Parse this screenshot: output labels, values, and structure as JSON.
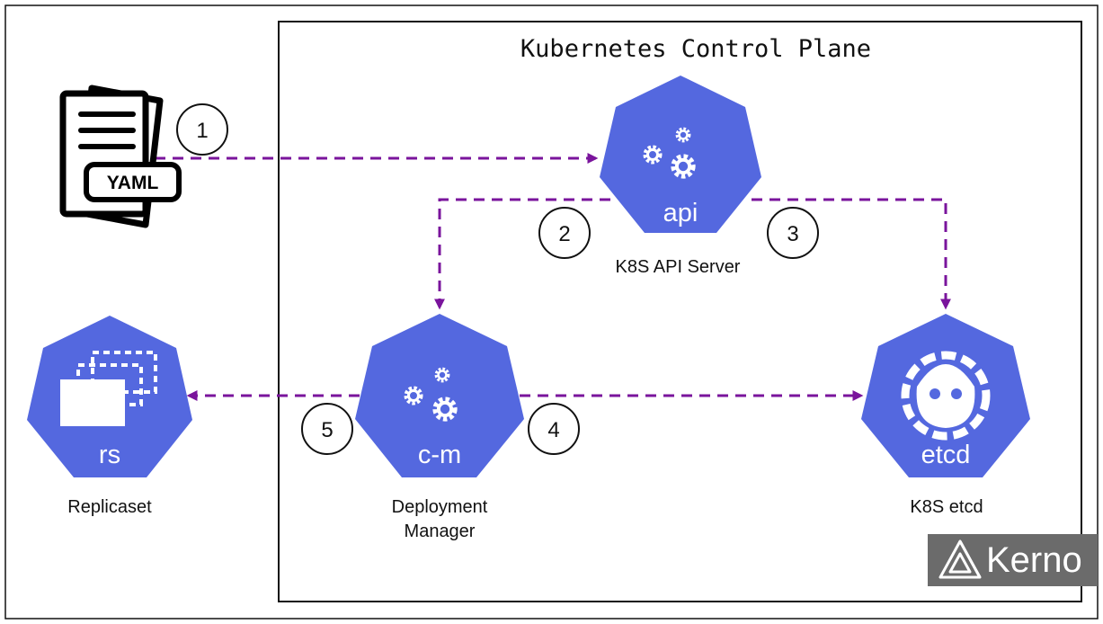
{
  "title": "Kubernetes Control Plane",
  "colors": {
    "k8s_blue": "#5468df",
    "arrow": "#7a149c",
    "kerno_bg": "#6b6b6b"
  },
  "source": {
    "icon": "yaml-document-icon",
    "badge": "YAML"
  },
  "nodes": {
    "api": {
      "icon_text": "api",
      "label": "K8S API Server"
    },
    "cm": {
      "icon_text": "c-m",
      "label_line1": "Deployment",
      "label_line2": "Manager"
    },
    "etcd": {
      "icon_text": "etcd",
      "label": "K8S etcd"
    },
    "rs": {
      "icon_text": "rs",
      "label": "Replicaset"
    }
  },
  "steps": [
    "1",
    "2",
    "3",
    "4",
    "5"
  ],
  "watermark": {
    "text": "Kerno",
    "icon": "kerno-logo-icon"
  }
}
